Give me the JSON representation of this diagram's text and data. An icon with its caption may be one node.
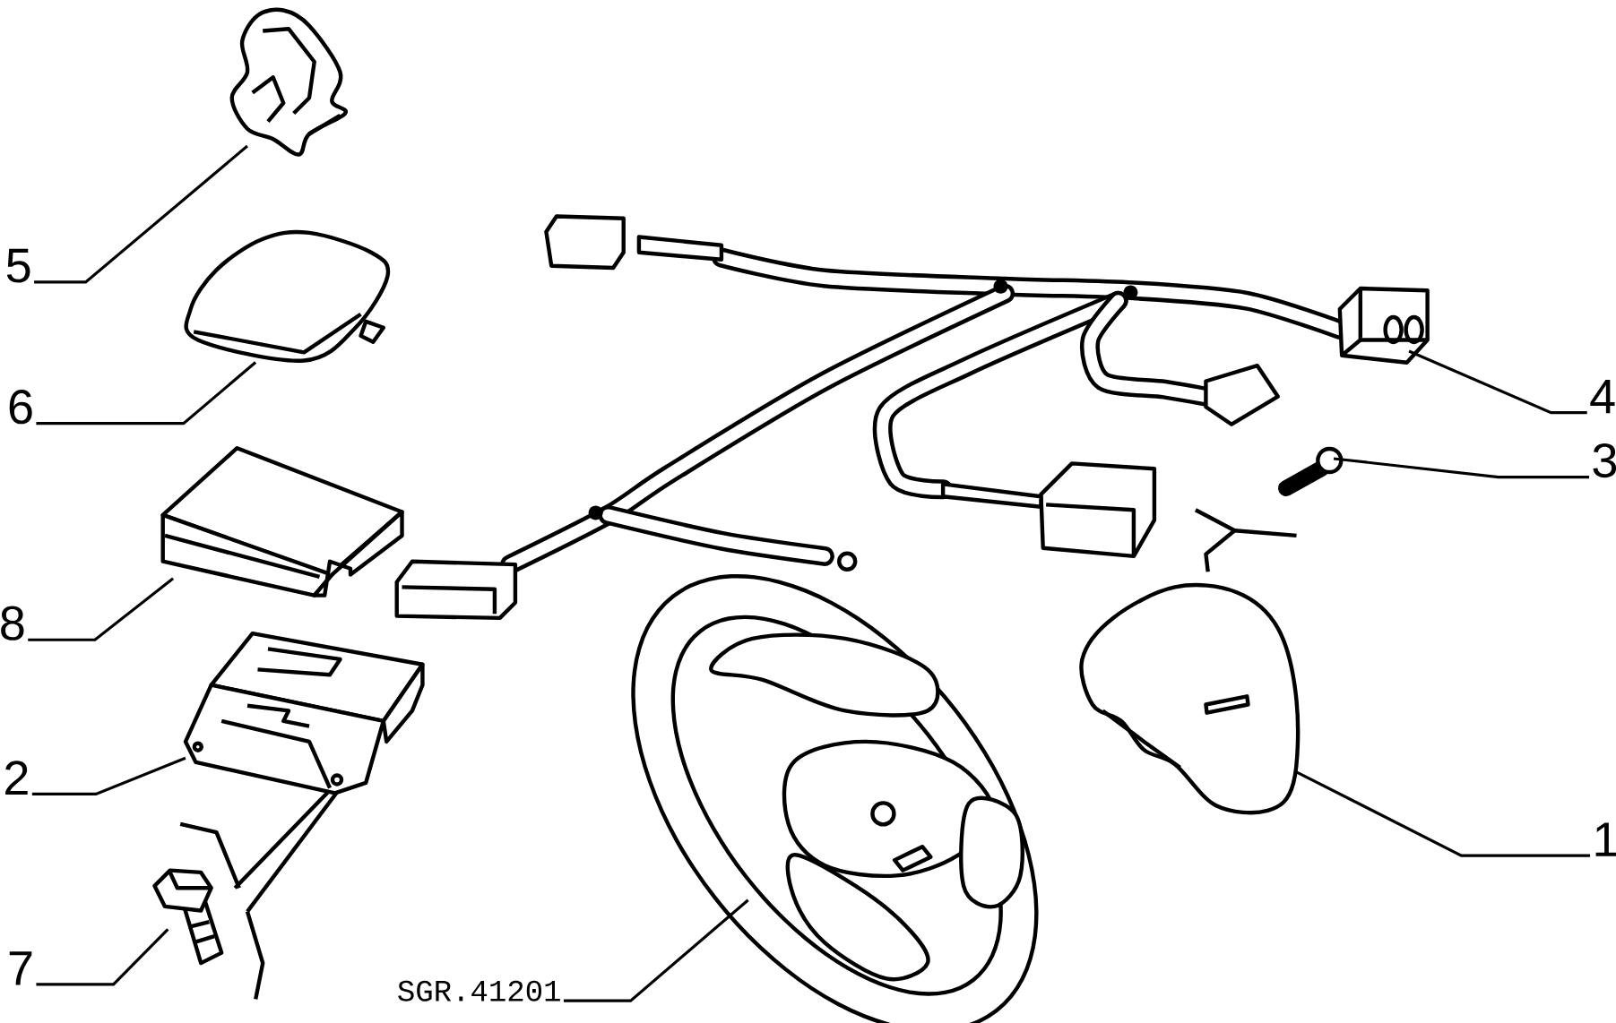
{
  "diagram": {
    "nodes": [
      {
        "text": [
          "5"
        ]
      },
      {
        "text": [],
        "shape": "picture"
      },
      {
        "text": [
          "6"
        ]
      },
      {
        "text": [],
        "shape": "picture"
      },
      {
        "text": [
          "8"
        ]
      },
      {
        "text": [],
        "shape": "picture"
      },
      {
        "text": [
          "2"
        ]
      },
      {
        "text": [],
        "shape": "picture"
      },
      {
        "text": [
          "7"
        ]
      },
      {
        "text": [],
        "shape": "picture"
      },
      {
        "text": [
          "SGR.41201"
        ]
      },
      {
        "text": [],
        "shape": "picture"
      },
      {
        "text": [
          "4"
        ]
      },
      {
        "text": [],
        "shape": "picture"
      },
      {
        "text": [
          "3"
        ]
      },
      {
        "text": [],
        "shape": "picture"
      },
      {
        "text": [
          "1"
        ]
      },
      {
        "text": [],
        "shape": "picture"
      }
    ],
    "edges": [
      {
        "from": 0,
        "to": 1,
        "arrow": "none"
      },
      {
        "from": 2,
        "to": 3,
        "arrow": "none"
      },
      {
        "from": 4,
        "to": 5,
        "arrow": "none"
      },
      {
        "from": 6,
        "to": 7,
        "arrow": "none"
      },
      {
        "from": 8,
        "to": 9,
        "arrow": "none"
      },
      {
        "from": 10,
        "to": 11,
        "arrow": "none"
      },
      {
        "from": 12,
        "to": 13,
        "arrow": "none"
      },
      {
        "from": 14,
        "to": 15,
        "arrow": "none"
      },
      {
        "from": 16,
        "to": 17,
        "arrow": "none"
      }
    ]
  }
}
